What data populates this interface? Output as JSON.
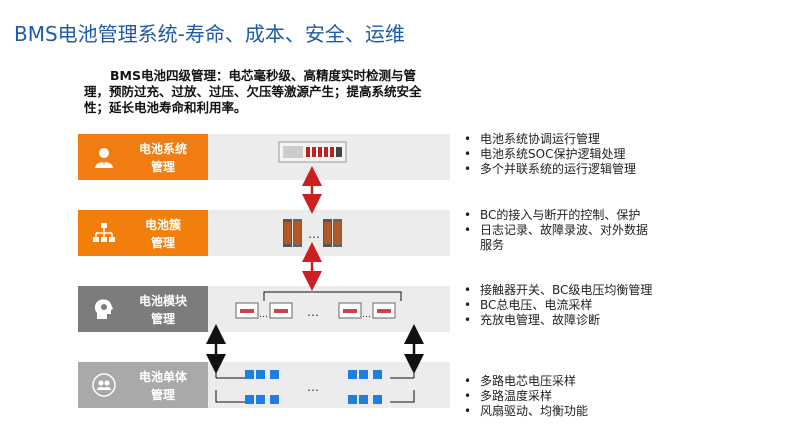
{
  "title": "BMS电池管理系统-寿命、成本、安全、运维",
  "intro": "BMS电池四级管理：电芯毫秒级、高精度实时检测与管理，预防过充、过放、过压、欠压等激源产生；提高系统安全性；延长电池寿命和利用率。",
  "levels": [
    {
      "line1": "电池系统",
      "line2": "管理",
      "bullets": [
        "电池系统协调运行管理",
        "电池系统SOC保护逻辑处理",
        "多个并联系统的运行逻辑管理"
      ]
    },
    {
      "line1": "电池簇",
      "line2": "管理",
      "bullets": [
        "BC的接入与断开的控制、保护",
        "日志记录、故障录波、对外数据服务"
      ]
    },
    {
      "line1": "电池模块",
      "line2": "管理",
      "bullets": [
        "接触器开关、BC级电压均衡管理",
        "BC总电压、电流采样",
        "充放电管理、故障诊断"
      ]
    },
    {
      "line1": "电池单体",
      "line2": "管理",
      "bullets": [
        "多路电芯电压采样",
        "多路温度采样",
        "风扇驱动、均衡功能"
      ]
    }
  ],
  "ellipsis": "…",
  "colors": {
    "title": "#1f5aa8",
    "level1": "#f07c12",
    "level2": "#f27f0c",
    "level3": "#7c7c7c",
    "level4": "#a9a9a9",
    "arrow_red": "#cc1f1f",
    "cell_blue": "#1f7fe0"
  },
  "icons": [
    "user-icon",
    "network-icon",
    "head-icon",
    "group-icon"
  ]
}
